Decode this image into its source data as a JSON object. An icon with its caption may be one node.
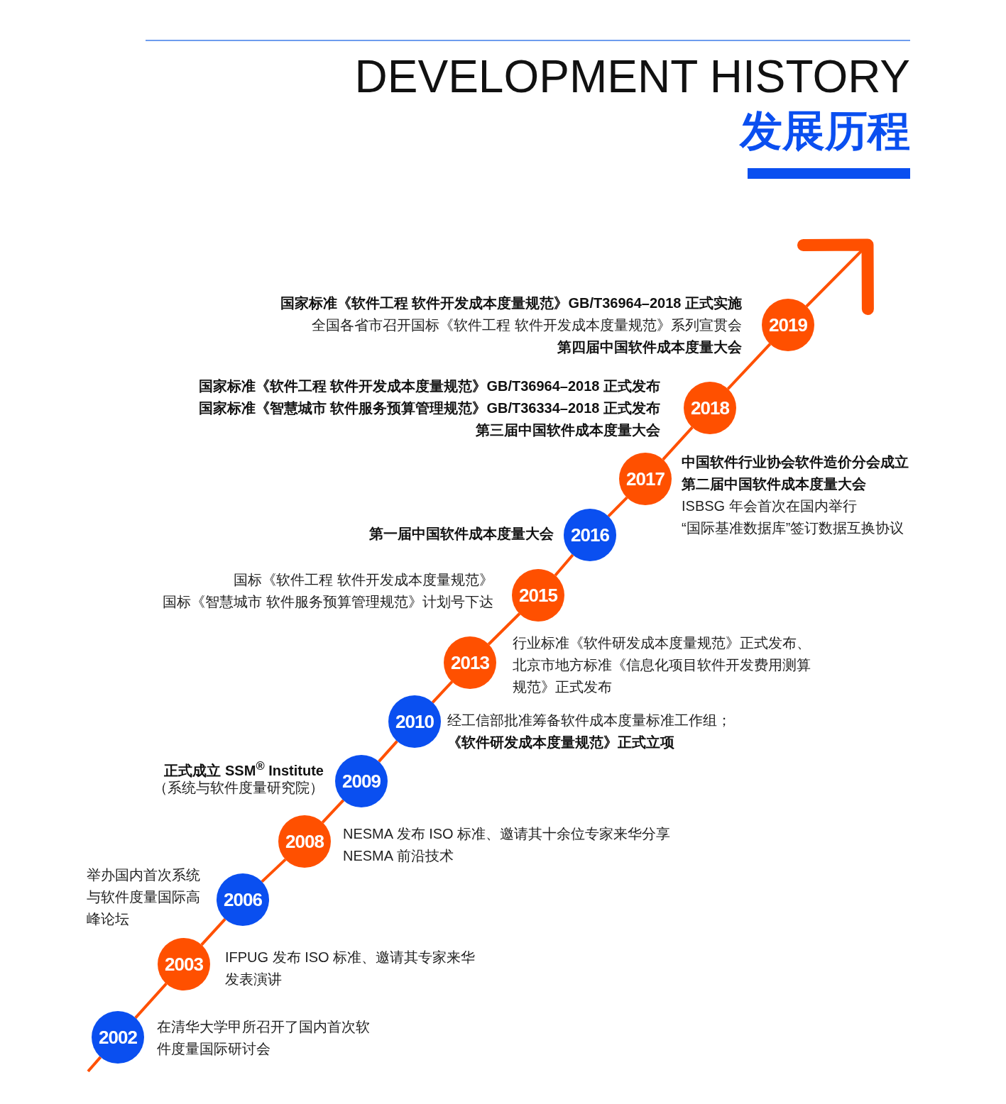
{
  "diagram": {
    "title": "DEVELOPMENT HISTORY",
    "nodes": [
      {
        "text": [
          "2002"
        ],
        "beside": [
          "在清华大学甲所召开了国内首次软件度量国际研讨会"
        ]
      },
      {
        "text": [
          "2003"
        ],
        "beside": [
          "IFPUG 发布 ISO 标准、邀请其专家来华发表演讲"
        ]
      },
      {
        "text": [
          "2006"
        ],
        "beside": [
          "举办国内首次系统与软件度量国际高峰论坛"
        ]
      },
      {
        "text": [
          "2008"
        ],
        "beside": [
          "NESMA 发布 ISO 标准、邀请其十余位专家来华分享 NESMA 前沿技术"
        ]
      },
      {
        "text": [
          "2009"
        ],
        "beside": [
          "正式成立 SSM$^{®}$ Institute",
          "（系统与软件度量研究院）"
        ]
      },
      {
        "text": [
          "2010"
        ],
        "beside": [
          "经工信部批准筹备软件成本度量标准工作组；",
          "《软件研发成本度量规范》正式立项"
        ]
      },
      {
        "text": [
          "2013"
        ],
        "beside": [
          "行业标准《软件研发成本度量规范》正式发布、北京市地方标准《信息化项目软件开发费用测算规范》正式发布"
        ]
      },
      {
        "text": [
          "2015"
        ],
        "beside": [
          "国标《软件工程 软件开发成本度量规范》",
          "国标《智慧城市 软件服务预算管理规范》计划号下达"
        ]
      },
      {
        "text": [
          "2016"
        ],
        "beside": [
          "第一届中国软件成本度量大会"
        ]
      },
      {
        "text": [
          "2017"
        ],
        "beside": [
          "中国软件行业协会软件造价分会成立",
          "第二届中国软件成本度量大会",
          "ISBSG 年会首次在国内举行",
          "“国际基准数据库”签订数据互换协议"
        ]
      },
      {
        "text": [
          "2018"
        ],
        "beside": [
          "国家标准《软件工程 软件开发成本度量规范》GB/T36964–2018 正式发布",
          "国家标准《智慧城市 软件服务预算管理规范》GB/T36334–2018 正式发布",
          "第三届中国软件成本度量大会"
        ]
      },
      {
        "text": [
          "2019"
        ],
        "beside": [
          "国家标准《软件工程 软件开发成本度量规范》GB/T36964–2018 正式实施",
          "全国各省市召开国标《软件工程 软件开发成本度量规范》系列宣贯会",
          "第四届中国软件成本度量大会"
        ]
      }
    ],
    "edges": [
      {
        "from": null,
        "to": 0,
        "arrow": "none"
      },
      {
        "from": 0,
        "to": 1,
        "arrow": "none"
      },
      {
        "from": 1,
        "to": 2,
        "arrow": "none"
      },
      {
        "from": 2,
        "to": 3,
        "arrow": "none"
      },
      {
        "from": 3,
        "to": 4,
        "arrow": "none"
      },
      {
        "from": 4,
        "to": 5,
        "arrow": "none"
      },
      {
        "from": 5,
        "to": 6,
        "arrow": "none"
      },
      {
        "from": 6,
        "to": 7,
        "arrow": "none"
      },
      {
        "from": 7,
        "to": 8,
        "arrow": "none"
      },
      {
        "from": 8,
        "to": 9,
        "arrow": "none"
      },
      {
        "from": 9,
        "to": 10,
        "arrow": "none"
      },
      {
        "from": 10,
        "to": 11,
        "arrow": "none"
      },
      {
        "from": 11,
        "to": null,
        "arrow": "to"
      }
    ],
    "labels": [
      "发展历程"
    ]
  }
}
